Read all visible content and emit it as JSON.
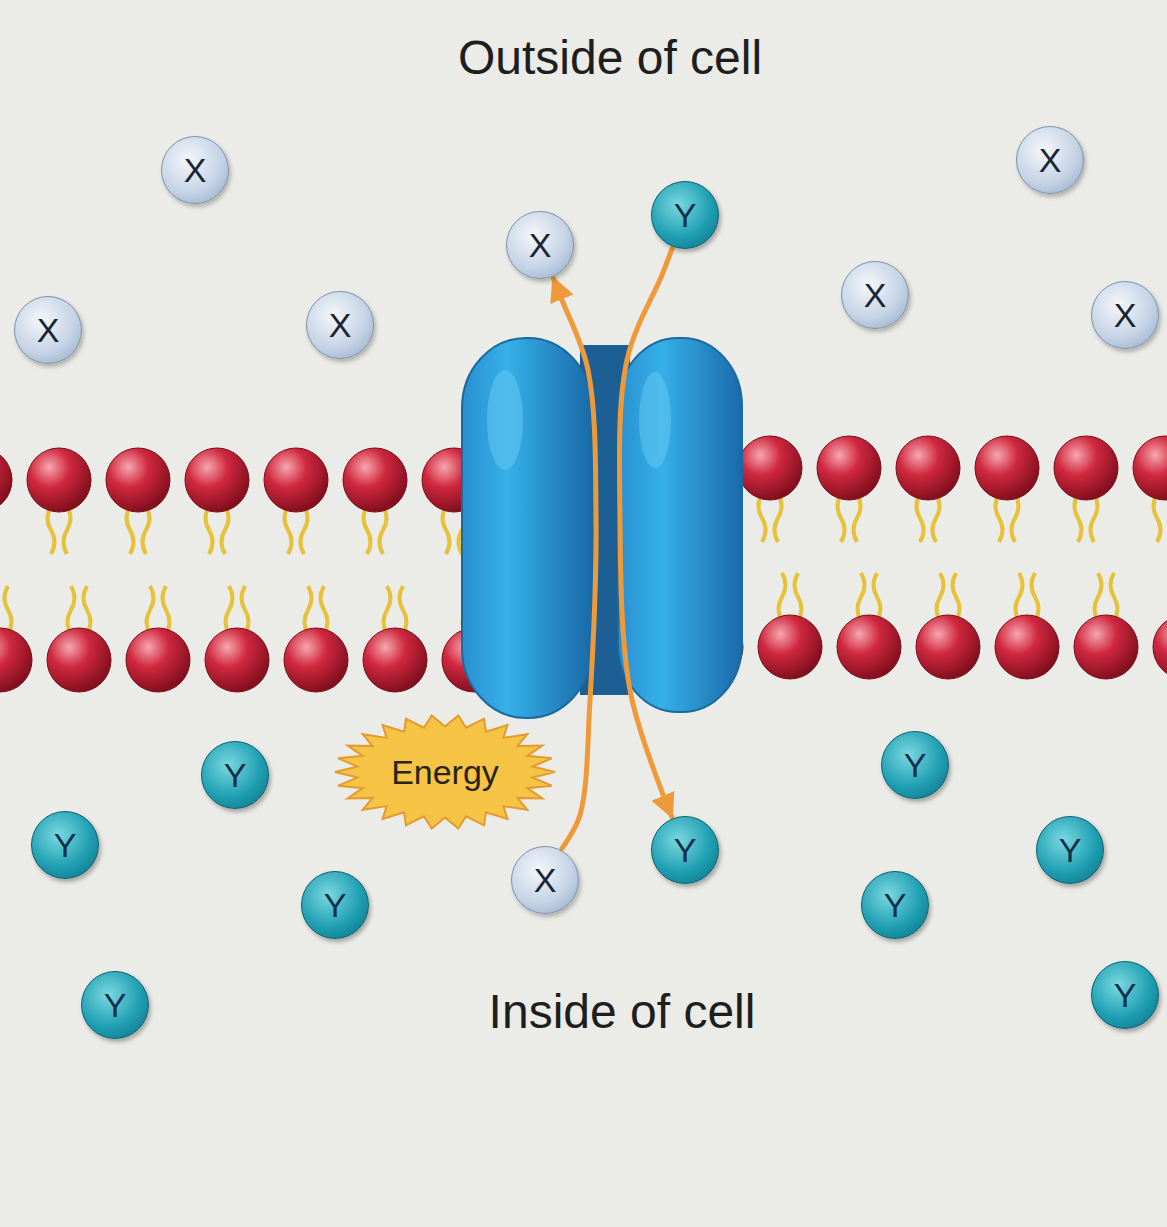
{
  "diagram": {
    "nodes": [
      {
        "text": [
          "X"
        ]
      },
      {
        "text": [
          "X"
        ]
      },
      {
        "text": [
          "Y"
        ]
      },
      {
        "text": [
          "X"
        ]
      },
      {
        "text": [
          "X"
        ]
      },
      {
        "text": [
          "X"
        ]
      },
      {
        "text": [
          "X"
        ]
      },
      {
        "text": [
          "X"
        ]
      },
      {
        "text": [
          "Energy"
        ]
      },
      {
        "text": [
          "Y"
        ]
      },
      {
        "text": [
          "Y"
        ]
      },
      {
        "text": [
          "Y"
        ]
      },
      {
        "text": [
          "Y"
        ]
      },
      {
        "text": [
          "Y"
        ]
      },
      {
        "text": [
          "X"
        ]
      },
      {
        "text": [
          "Y"
        ]
      },
      {
        "text": [
          "Y"
        ]
      },
      {
        "text": [
          "Y"
        ]
      },
      {
        "text": [
          "Y"
        ]
      }
    ],
    "edges": [
      {
        "from": 14,
        "to": 3,
        "arrow": "to"
      },
      {
        "from": 2,
        "to": 12,
        "arrow": "to"
      }
    ],
    "labels": [
      "Outside of cell",
      "Inside of cell"
    ]
  }
}
